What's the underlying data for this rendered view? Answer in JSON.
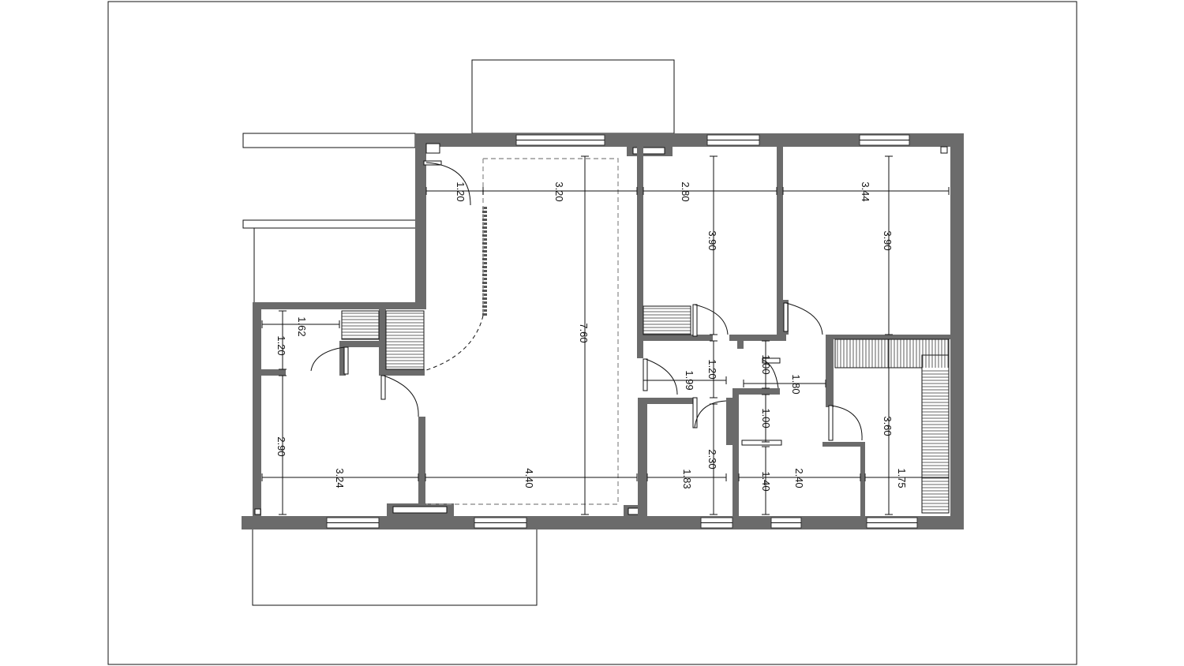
{
  "plan": {
    "dimensions": {
      "entry_w": "1.20",
      "living_w": "3.20",
      "bed1_w": "2.80",
      "bed2_w": "3.44",
      "bed1_h": "3.90",
      "bed2_h": "3.90",
      "living_h": "7.60",
      "bath_w": "1.62",
      "bath_h": "1.20",
      "hall_w": "1.20",
      "hall_h1": "1.00",
      "hall_w2": "1.80",
      "closet_w": "1.99",
      "hall_h2": "1.00",
      "kitchen_h": "2.90",
      "kitchen_w": "3.24",
      "living_w2": "4.40",
      "room3_w": "1.83",
      "room3_h": "2.30",
      "wc_w": "1.40",
      "room4_w": "2.40",
      "room4_h": "3.60",
      "balcony_w": "1.75"
    }
  }
}
